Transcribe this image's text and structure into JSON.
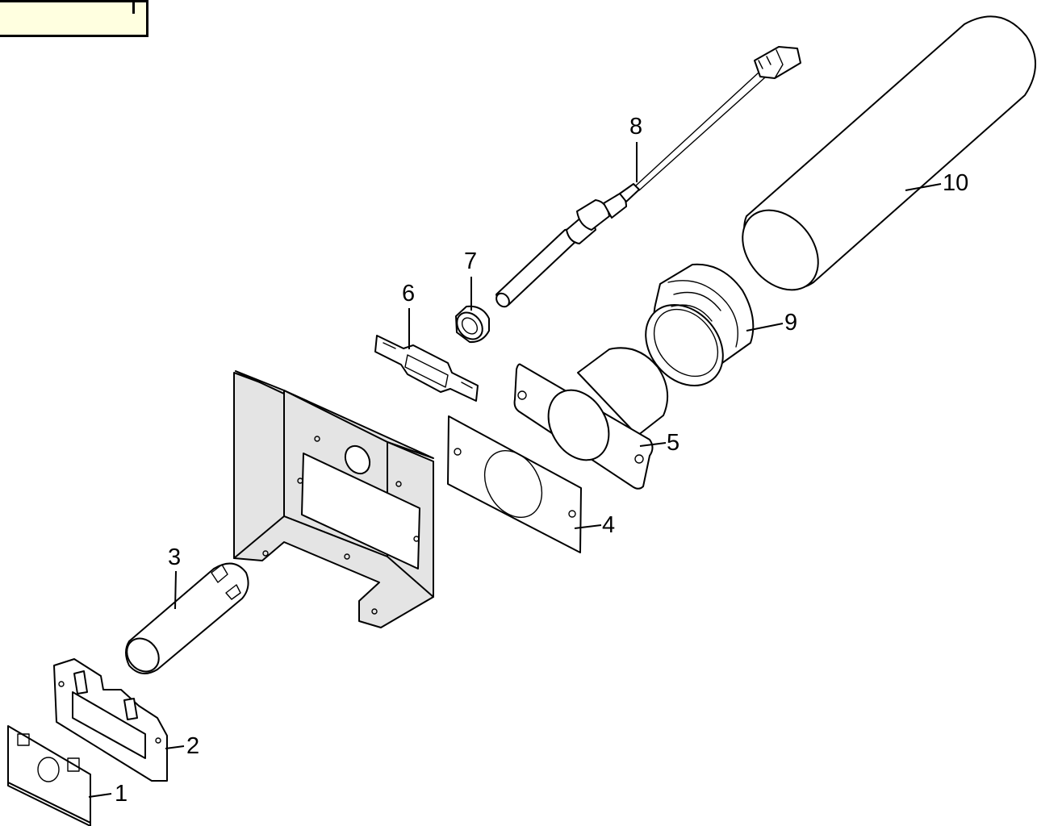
{
  "title_box": {
    "text": ""
  },
  "callouts": [
    {
      "id": "1",
      "label": "1"
    },
    {
      "id": "2",
      "label": "2"
    },
    {
      "id": "3",
      "label": "3"
    },
    {
      "id": "4",
      "label": "4"
    },
    {
      "id": "5",
      "label": "5"
    },
    {
      "id": "6",
      "label": "6"
    },
    {
      "id": "7",
      "label": "7"
    },
    {
      "id": "8",
      "label": "8"
    },
    {
      "id": "9",
      "label": "9"
    },
    {
      "id": "10",
      "label": "10"
    }
  ],
  "colors": {
    "title_box_fill": "#ffffe0",
    "part_shading": "#e4e4e4",
    "line": "#000000"
  }
}
